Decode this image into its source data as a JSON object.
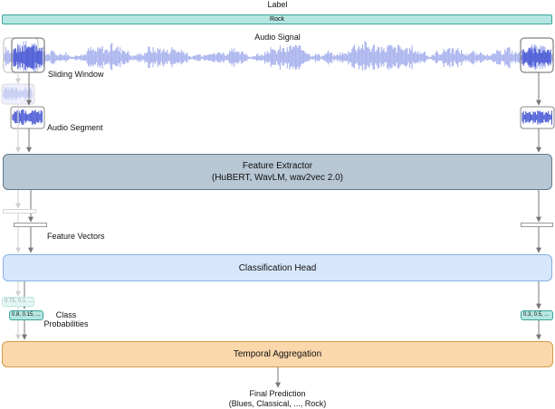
{
  "label": {
    "title": "Label",
    "value": "Rock"
  },
  "audio_signal": {
    "title": "Audio Signal"
  },
  "sliding_window": {
    "label": "Sliding Window"
  },
  "audio_segment": {
    "label": "Audio Segment"
  },
  "feature_extractor": {
    "title": "Feature Extractor",
    "subtitle": "(HuBERT, WavLM, wav2vec 2.0)"
  },
  "feature_vectors": {
    "label": "Feature Vectors"
  },
  "classification_head": {
    "title": "Classification Head"
  },
  "class_probabilities": {
    "label_line1": "Class",
    "label_line2": "Probabilities",
    "ghost_values": "0.75, 0.1, ...",
    "first_values": "0.8, 0.15, ...",
    "last_values": "0.3, 0.5, ..."
  },
  "temporal_aggregation": {
    "title": "Temporal Aggregation"
  },
  "final_prediction": {
    "line1": "Final Prediction",
    "line2": "(Blues, Classical, ..., Rock)"
  },
  "colors": {
    "label_bar": "#b6e6e2",
    "label_bar_border": "#3aa59a",
    "waveform": "#aab4ee",
    "segment_wave": "#4f5ed6",
    "feature_extractor_fill": "#b7c7d4",
    "feature_extractor_border": "#5f7a8c",
    "classification_fill": "#d7e7fb",
    "classification_border": "#86b0e0",
    "probability_fill": "#b6e6e2",
    "aggregation_fill": "#fbd8ac",
    "aggregation_border": "#d39a45",
    "arrow": "#777777"
  }
}
